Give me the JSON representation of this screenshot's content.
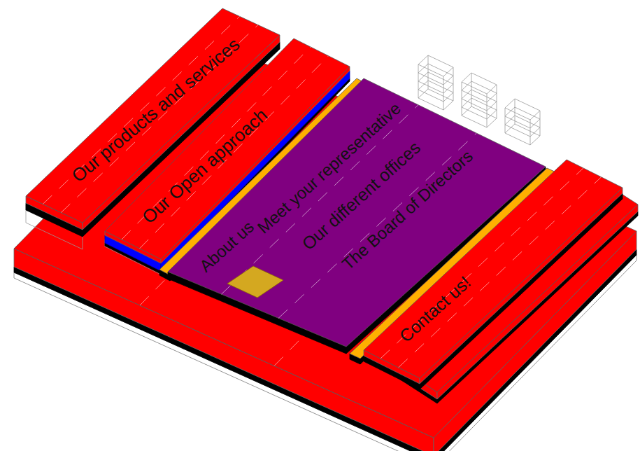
{
  "diagram": {
    "nodes": [
      {
        "text": [
          "Our products and services"
        ]
      },
      {
        "text": [
          "Our Open approach"
        ]
      },
      {
        "text": [
          "About us"
        ]
      },
      {
        "text": [
          "Meet your representative"
        ]
      },
      {
        "text": [
          "Our different offices"
        ]
      },
      {
        "text": [
          "The Board of Directors"
        ]
      },
      {
        "text": [
          "Contact us!"
        ]
      }
    ]
  }
}
